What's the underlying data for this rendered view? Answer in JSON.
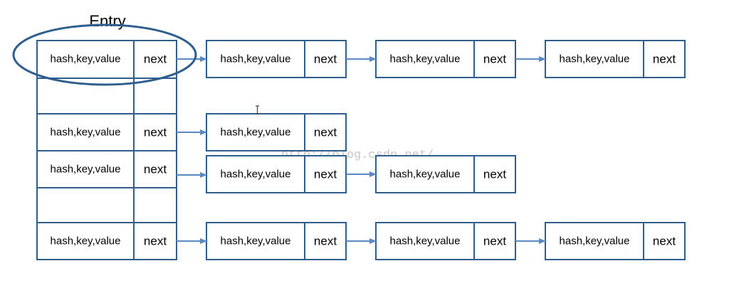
{
  "diagram": {
    "title": "Entry",
    "node_fields": [
      "hash,key,value",
      "next"
    ],
    "watermark": "http://blog.csdn.net/",
    "colors": {
      "stroke": "#2E5E8E",
      "arrow": "#5A8AC6",
      "ellipse": "#2E5E8E",
      "text": "#000000",
      "watermark": "#c8c8c8"
    },
    "buckets": [
      {
        "index": 0,
        "filled": true,
        "chain_length": 3
      },
      {
        "index": 1,
        "filled": false,
        "chain_length": 0
      },
      {
        "index": 2,
        "filled": true,
        "chain_length": 1
      },
      {
        "index": 3,
        "filled": true,
        "chain_length": 2
      },
      {
        "index": 4,
        "filled": false,
        "chain_length": 0
      },
      {
        "index": 5,
        "filled": true,
        "chain_length": 3
      }
    ]
  }
}
